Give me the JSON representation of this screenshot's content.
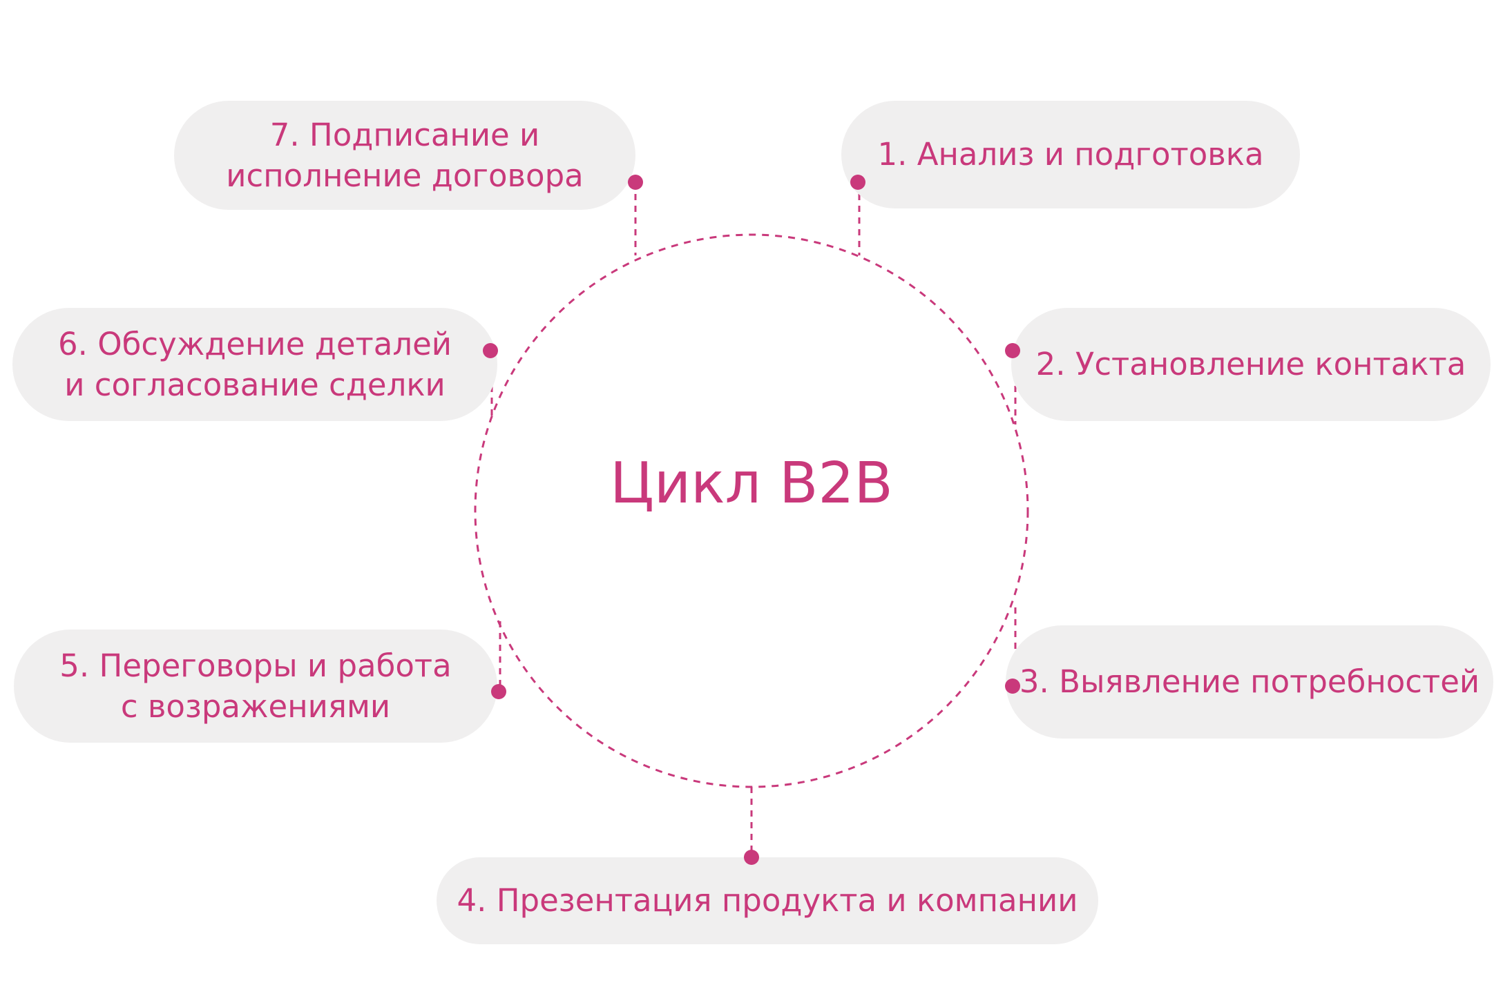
{
  "center": {
    "title": "Цикл B2B"
  },
  "steps": [
    {
      "label": "1. Анализ и подготовка"
    },
    {
      "label": "2. Установление контакта"
    },
    {
      "label": "3. Выявление потребностей"
    },
    {
      "label": "4. Презентация продукта и компании"
    },
    {
      "label_line1": "5. Переговоры и работа",
      "label_line2": "с возражениями"
    },
    {
      "label_line1": "6. Обсуждение деталей",
      "label_line2": "и согласование сделки"
    },
    {
      "label_line1": "7. Подписание и",
      "label_line2": "исполнение договора"
    }
  ],
  "colors": {
    "accent": "#c9397b",
    "pill_background": "#f0efef",
    "background": "#ffffff"
  }
}
